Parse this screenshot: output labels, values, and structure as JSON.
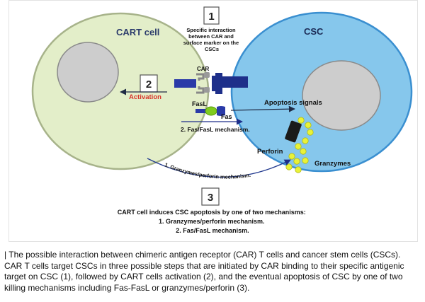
{
  "diagram": {
    "cart_cell_label": "CART cell",
    "csc_label": "CSC",
    "step1_number": "1",
    "step1_text": [
      "Specific interaction",
      "between CAR and",
      "surface marker on the",
      "CSCs"
    ],
    "car_label": "CAR",
    "step2_number": "2",
    "activation_label": "Activation",
    "fasl_label": "FasL",
    "fas_label": "Fas",
    "apoptosis_label": "Apoptosis signals",
    "fas_mechanism_label": "2. Fas/FasL mechanism.",
    "perforin_label": "Perforin",
    "granzymes_label": "Granzymes",
    "granzyme_mechanism_label": "1. Granzymes/perforin mechanism.",
    "step3_number": "3",
    "step3_text": [
      "CART cell induces CSC apoptosis by one of two mechanisms:",
      "1. Granzymes/perforin mechanism.",
      "2. Fas/FasL mechanism."
    ],
    "colors": {
      "cart_fill": "#e3eec9",
      "csc_fill": "#86c7ec",
      "nucleus_fill": "#cdcdcd",
      "activation_red": "#d8352a",
      "car_blue": "#2a3aa8",
      "fasl_green": "#7fcc1e",
      "granzyme_yellow": "#e9f238"
    }
  },
  "caption": "| The possible interaction between chimeric antigen receptor (CAR) T cells and cancer stem cells (CSCs). CAR T cells target CSCs in three possible steps that are initiated by CAR binding to their specific antigenic target on CSC (1), followed by CART cells activation (2), and the eventual apoptosis of CSC by one of two killing mechanisms including Fas-FasL or granzymes/perforin (3)."
}
